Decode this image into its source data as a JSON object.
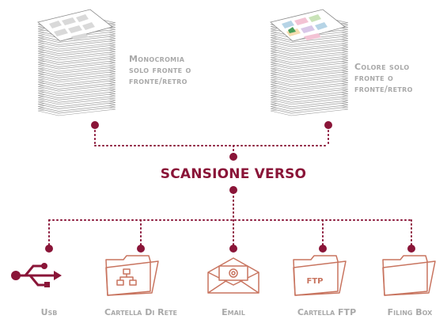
{
  "sources": [
    {
      "label_line1": "Monocromia",
      "label_line2": "solo fronte o",
      "label_line3": "fronte/retro"
    },
    {
      "label_line1": "Colore solo",
      "label_line2": "fronte o",
      "label_line3": "fronte/retro"
    }
  ],
  "center_label": "SCANSIONE VERSO",
  "destinations": [
    {
      "label": "Usb",
      "icon": "usb-icon"
    },
    {
      "label": "Cartella Di Rete",
      "icon": "network-folder-icon"
    },
    {
      "label": "Email",
      "icon": "email-icon"
    },
    {
      "label": "Cartella FTP",
      "icon": "ftp-folder-icon",
      "icon_text": "FTP"
    },
    {
      "label": "Filing Box",
      "icon": "folder-icon"
    }
  ],
  "colors": {
    "accent": "#8a1538",
    "icon_stroke": "#c8745f",
    "label_gray": "#a9a9a9"
  }
}
